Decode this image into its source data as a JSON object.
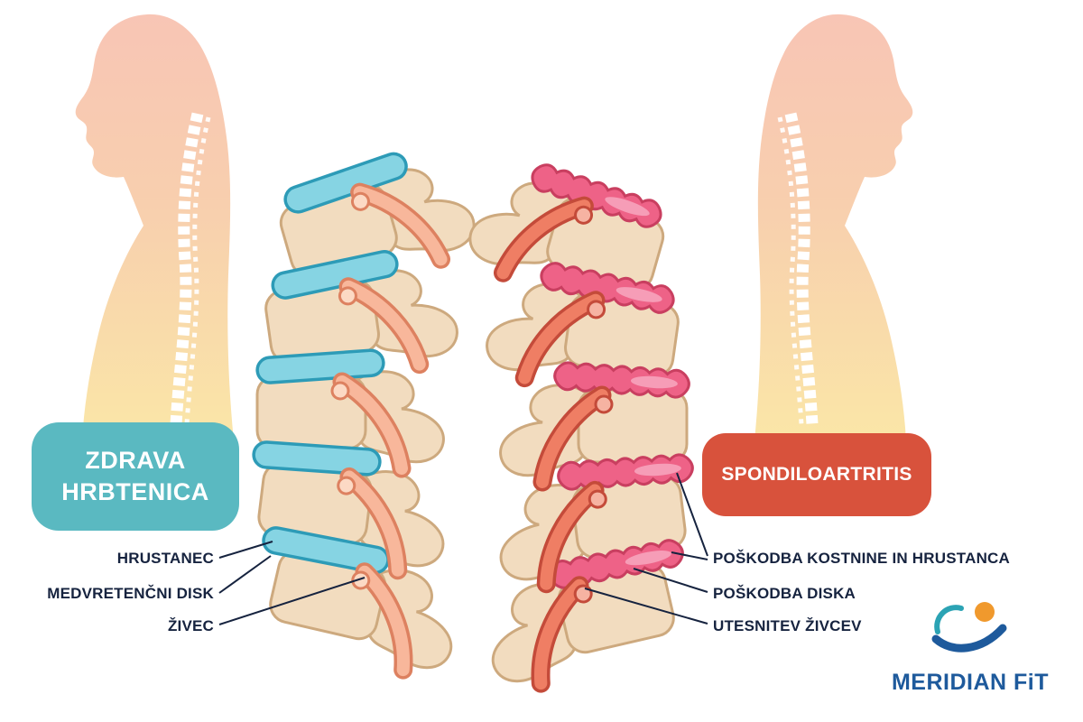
{
  "badges": {
    "healthy": "ZDRAVA HRBTENICA",
    "disease": "SPONDILOARTRITIS"
  },
  "annotations": {
    "left": [
      {
        "label": "HRUSTANEC"
      },
      {
        "label": "MEDVRETENČNI DISK"
      },
      {
        "label": "ŽIVEC"
      }
    ],
    "right": [
      {
        "label": "POŠKODBA KOSTNINE IN HRUSTANCA"
      },
      {
        "label": "POŠKODBA DISKA"
      },
      {
        "label": "UTESNITEV ŽIVCEV"
      }
    ]
  },
  "logo": {
    "text": "MERIDIAN FiT"
  },
  "colors": {
    "healthy_badge": "#5ab9c1",
    "disease_badge": "#d8523c",
    "healthy_disc": "#86d4e3",
    "healthy_disc_outline": "#2d9bb7",
    "diseased_disc": "#ee6287",
    "diseased_disc_outline": "#c93f60",
    "vertebra": "#f2dcbf",
    "vertebra_outline": "#cda97e",
    "nerve_healthy": "#f8b79b",
    "nerve_inflamed": "#ef7e64",
    "annotation_text": "#16233f",
    "silhouette_top": "#f8c5b5",
    "silhouette_bottom": "#fae6a7",
    "logo_blue": "#1e5a9c",
    "logo_teal": "#2ba3b4",
    "logo_orange": "#f0992d"
  }
}
